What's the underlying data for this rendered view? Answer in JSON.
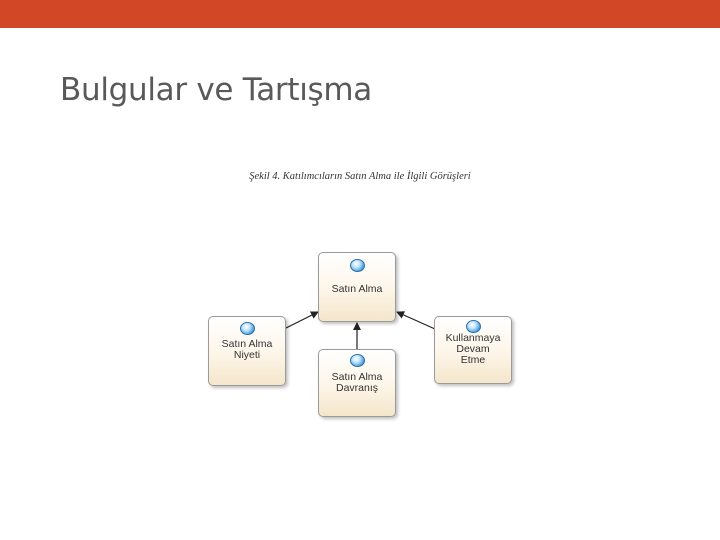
{
  "slide": {
    "title": "Bulgular ve Tartışma",
    "accent_color": "#d24726"
  },
  "figure": {
    "caption": "Şekil 4. Katılımcıların Satın Alma ile İlgili Görüşleri",
    "nodes": {
      "center": {
        "label": "Satın Alma",
        "icon": "blue-bullet-icon"
      },
      "left": {
        "label": "Satın Alma\nNiyeti",
        "icon": "blue-bullet-icon"
      },
      "bottom": {
        "label": "Satın Alma\nDavranış",
        "icon": "blue-bullet-icon"
      },
      "right": {
        "label": "Kullanmaya\nDevam\nEtme",
        "icon": "blue-bullet-icon"
      }
    },
    "edges": [
      {
        "from": "left",
        "to": "center"
      },
      {
        "from": "bottom",
        "to": "center"
      },
      {
        "from": "right",
        "to": "center"
      }
    ]
  }
}
